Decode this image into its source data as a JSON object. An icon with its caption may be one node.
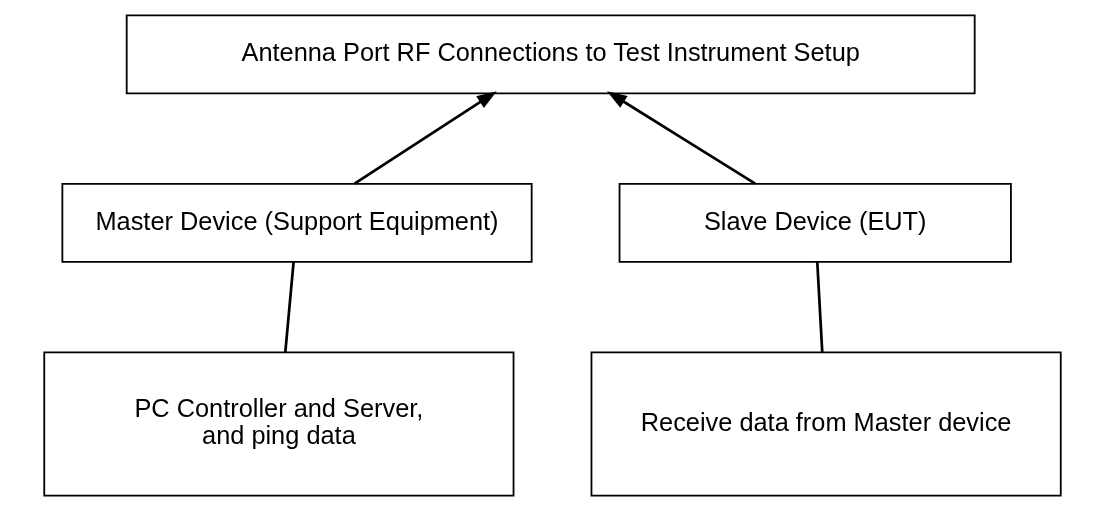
{
  "diagram": {
    "nodes": [
      {
        "text": [
          "Antenna Port RF Connections to Test Instrument Setup"
        ]
      },
      {
        "text": [
          "Master Device (Support Equipment)"
        ]
      },
      {
        "text": [
          "Slave Device (EUT)"
        ]
      },
      {
        "text": [
          "PC Controller and Server, and ping data"
        ]
      },
      {
        "text": [
          "Receive data from Master device"
        ]
      }
    ],
    "edges": [
      {
        "from": 1,
        "to": 0,
        "arrow": "to"
      },
      {
        "from": 2,
        "to": 0,
        "arrow": "to"
      },
      {
        "from": 3,
        "to": 1,
        "arrow": "none"
      },
      {
        "from": 4,
        "to": 2,
        "arrow": "none"
      }
    ]
  }
}
